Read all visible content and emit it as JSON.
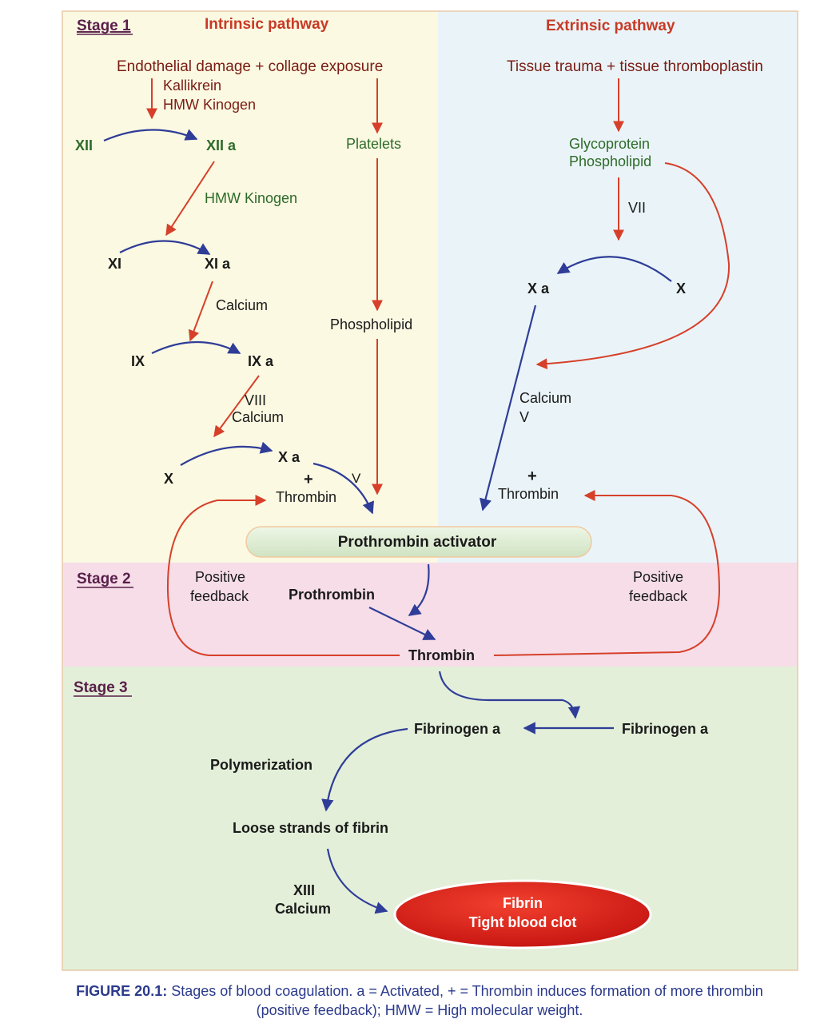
{
  "colors": {
    "stage1_intrinsic_bg": "#fbf9e2",
    "stage1_extrinsic_bg": "#eaf4f8",
    "stage2_bg": "#f6dde8",
    "stage3_bg": "#e3efd9",
    "blue_arrow": "#2f3d98",
    "red_arrow": "#d6402a",
    "green_text": "#2e6b2a",
    "stage_label": "#5a1f4a",
    "pathway_title": "#c83a26",
    "clot_fill": "#e0201c"
  },
  "stages": {
    "stage1": "Stage 1",
    "stage2": "Stage 2",
    "stage3": "Stage 3"
  },
  "pathways": {
    "intrinsic_title": "Intrinsic pathway",
    "extrinsic_title": "Extrinsic pathway"
  },
  "intrinsic": {
    "trigger": "Endothelial damage + collage exposure",
    "kallikrein": "Kallikrein",
    "hmw_kinogen_1": "HMW Kinogen",
    "xii": "XII",
    "xiia": "XII a",
    "platelets": "Platelets",
    "hmw_kinogen_2": "HMW Kinogen",
    "xi": "XI",
    "xia": "XI a",
    "calcium_1": "Calcium",
    "phospholipid": "Phospholipid",
    "ix": "IX",
    "ixa": "IX a",
    "viii": "VIII",
    "calcium_2": "Calcium",
    "x": "X",
    "xa": "X a",
    "plus": "+",
    "thrombin": "Thrombin",
    "v": "V"
  },
  "extrinsic": {
    "trigger": "Tissue trauma + tissue thromboplastin",
    "glycoprotein": "Glycoprotein",
    "phospholipid": "Phospholipid",
    "vii": "VII",
    "xa": "X a",
    "x": "X",
    "calcium": "Calcium",
    "v": "V",
    "plus": "+",
    "thrombin": "Thrombin"
  },
  "stage2_content": {
    "prothrombin_activator": "Prothrombin activator",
    "positive_left_1": "Positive",
    "positive_left_2": "feedback",
    "positive_right_1": "Positive",
    "positive_right_2": "feedback",
    "prothrombin": "Prothrombin",
    "thrombin": "Thrombin"
  },
  "stage3_content": {
    "fibrinogen_left": "Fibrinogen a",
    "fibrinogen_right": "Fibrinogen a",
    "polymerization": "Polymerization",
    "loose_strands": "Loose strands of  fibrin",
    "xiii": "XIII",
    "calcium": "Calcium",
    "fibrin": "Fibrin",
    "tight_clot": "Tight blood clot"
  },
  "caption": {
    "label": "FIGURE 20.1:",
    "line1": " Stages of blood coagulation. a = Activated,  + = Thrombin induces formation of more thrombin",
    "line2": "(positive feedback); HMW = High molecular weight."
  }
}
